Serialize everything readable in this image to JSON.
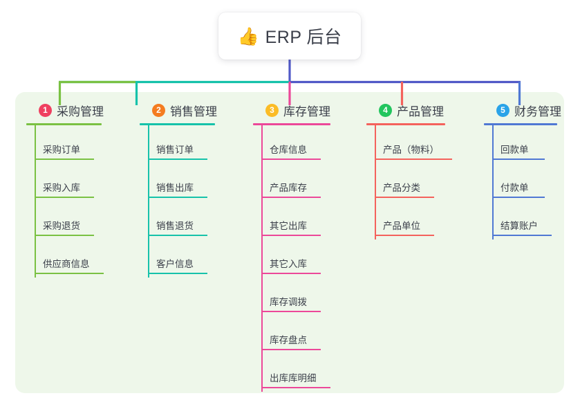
{
  "diagram": {
    "type": "mindmap",
    "root": {
      "icon": "thumbs-up-icon",
      "icon_glyph": "👍",
      "title": "ERP 后台"
    },
    "panel_color": "#eef7ea",
    "stem_color": "#5159c7",
    "branches": [
      {
        "number": "1",
        "title": "采购管理",
        "badge_color": "#ef4060",
        "line_color": "#7ac143",
        "items": [
          "采购订单",
          "采购入库",
          "采购退货",
          "供应商信息"
        ]
      },
      {
        "number": "2",
        "title": "销售管理",
        "badge_color": "#f47c20",
        "line_color": "#16c2aa",
        "items": [
          "销售订单",
          "销售出库",
          "销售退货",
          "客户信息"
        ]
      },
      {
        "number": "3",
        "title": "库存管理",
        "badge_color": "#fbbc26",
        "line_color": "#ec4899",
        "items": [
          "仓库信息",
          "产品库存",
          "其它出库",
          "其它入库",
          "库存调拨",
          "库存盘点",
          "出库库明细"
        ]
      },
      {
        "number": "4",
        "title": "产品管理",
        "badge_color": "#22c55e",
        "line_color": "#f4625c",
        "items": [
          "产品（物料）",
          "产品分类",
          "产品单位"
        ]
      },
      {
        "number": "5",
        "title": "财务管理",
        "badge_color": "#2aa3e8",
        "line_color": "#4f78d4",
        "items": [
          "回款单",
          "付款单",
          "结算账户"
        ]
      }
    ]
  }
}
